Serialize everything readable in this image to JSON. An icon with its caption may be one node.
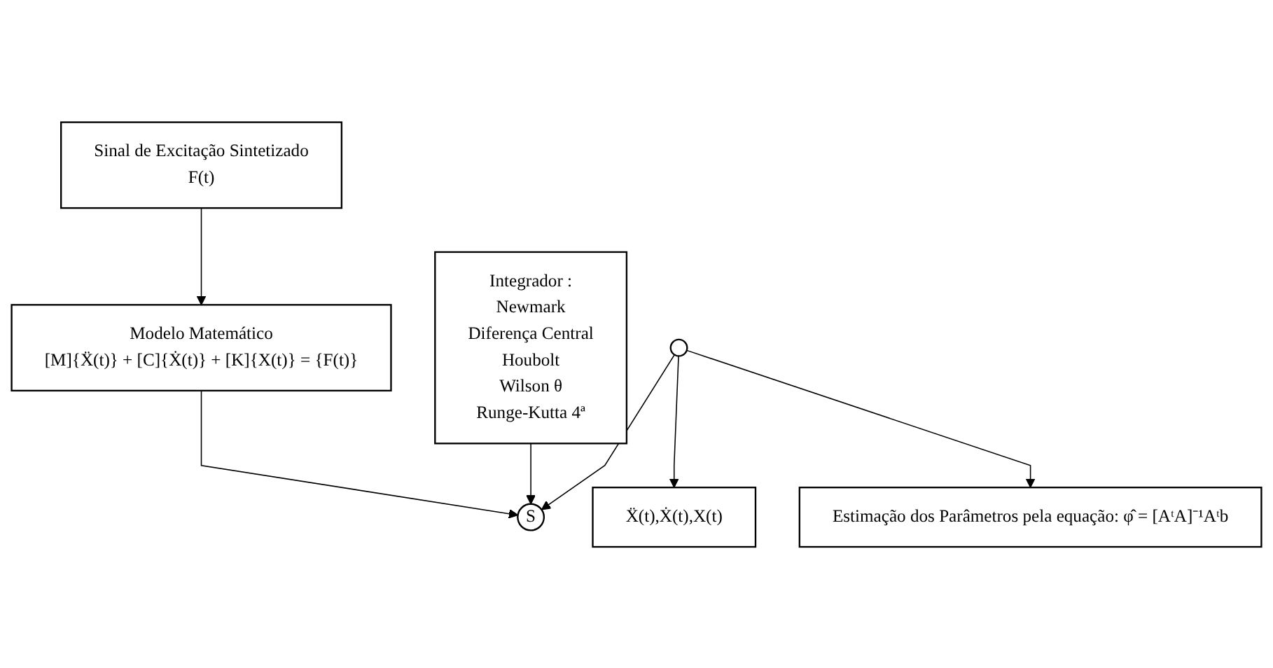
{
  "diagram": {
    "nodes": [
      {
        "text": [
          "Sinal de Excitação Sintetizado",
          "F(t)"
        ]
      },
      {
        "text": [
          "Integrador :",
          "Newmark",
          "Diferença Central",
          "Houbolt",
          "Wilson θ",
          "Runge-Kutta 4ª"
        ]
      },
      {
        "text": [
          "Modelo Matemático",
          "[M]{Ẍ(t)} + [C]{Ẋ(t)} + [K]{X(t)} = {F(t)}"
        ]
      },
      {
        "text": [
          "S"
        ]
      },
      {
        "text": [],
        "shape": "circle"
      },
      {
        "text": [
          "Ẍ(t),Ẋ(t),X(t)"
        ]
      },
      {
        "text": [
          "Estimação dos Parâmetros pela equação: φ̂ = [AᵗA]⁻¹Aᵗb"
        ]
      }
    ],
    "edges": [
      {
        "from": 0,
        "to": 2,
        "arrow": "to"
      },
      {
        "from": 2,
        "to": 3,
        "arrow": "to"
      },
      {
        "from": 1,
        "to": 3,
        "arrow": "to"
      },
      {
        "from": 4,
        "to": 3,
        "arrow": "to"
      },
      {
        "from": 4,
        "to": 5,
        "arrow": "to"
      },
      {
        "from": 4,
        "to": 6,
        "arrow": "to"
      }
    ]
  }
}
